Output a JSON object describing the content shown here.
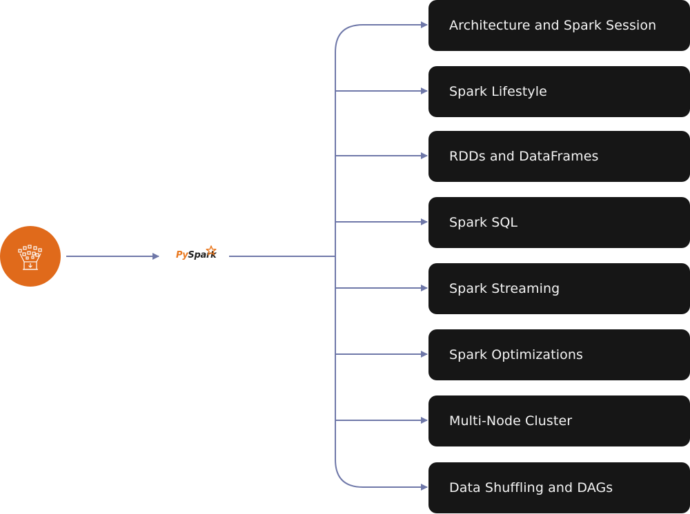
{
  "diagram": {
    "type": "flow-tree",
    "colors": {
      "connector": "#6e77a8",
      "source_node": "#e06a1b",
      "box_background": "#161616",
      "box_text": "#f4f4f4",
      "logo_accent": "#e9781f"
    },
    "source": {
      "icon": "data-download-laptop-icon"
    },
    "hub": {
      "logo_prefix": "Py",
      "logo_suffix": "Spark",
      "logo_icon": "star-icon"
    },
    "topics": [
      {
        "label": "Architecture and Spark Session"
      },
      {
        "label": "Spark Lifestyle"
      },
      {
        "label": "RDDs and DataFrames"
      },
      {
        "label": "Spark SQL"
      },
      {
        "label": "Spark Streaming"
      },
      {
        "label": "Spark Optimizations"
      },
      {
        "label": "Multi-Node Cluster"
      },
      {
        "label": "Data Shuffling and DAGs"
      }
    ]
  }
}
